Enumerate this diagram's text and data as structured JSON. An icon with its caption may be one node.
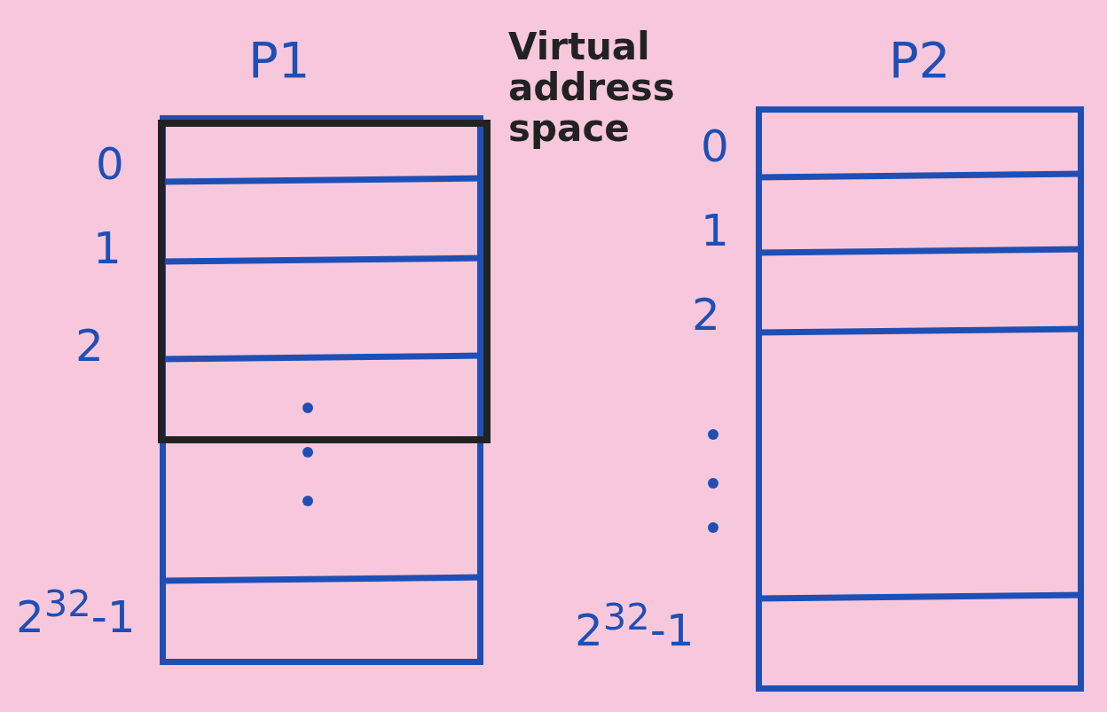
{
  "diagram": {
    "nodes": [
      {
        "text": [
          "P1"
        ]
      },
      {
        "text": [
          "Virtual address space"
        ],
        "in": 0
      },
      {
        "text": [
          "P2"
        ]
      }
    ],
    "labels": [
      "0",
      "1",
      "2",
      "2$^{32}$-1",
      "0",
      "1",
      "2",
      "2$^{32}$-1"
    ]
  }
}
